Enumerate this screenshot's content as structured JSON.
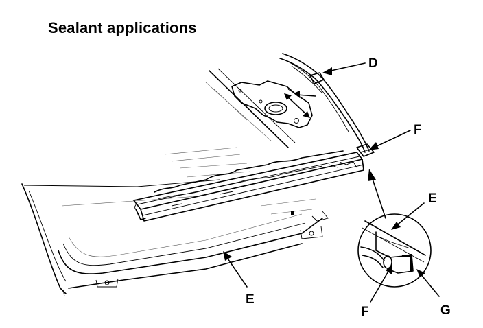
{
  "title": "Sealant applications",
  "callouts": {
    "d": "D",
    "f_top": "F",
    "e_detail": "E",
    "e_bottom": "E",
    "f_bottom": "F",
    "g": "G"
  },
  "colors": {
    "ink": "#000000",
    "background": "#ffffff"
  }
}
